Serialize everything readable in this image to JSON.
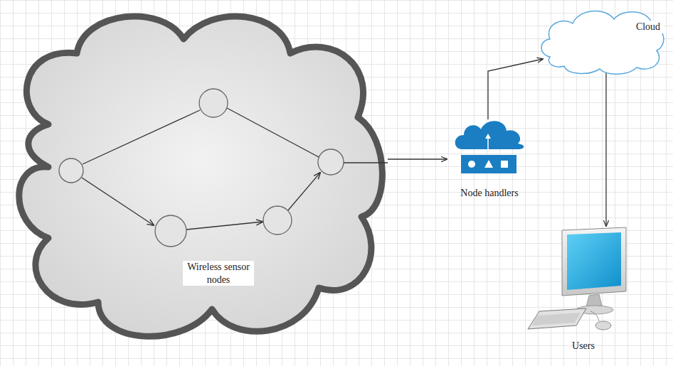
{
  "diagram": {
    "nodes": [
      {
        "text": [
          "Wireless sensor nodes"
        ]
      },
      {
        "text": [
          "Node handlers"
        ]
      },
      {
        "text": [
          "Cloud"
        ]
      },
      {
        "text": [
          "Users"
        ]
      }
    ],
    "edges": [
      {
        "from": 0,
        "to": 1,
        "arrow": "to"
      },
      {
        "from": 1,
        "to": 2,
        "arrow": "to"
      },
      {
        "from": 2,
        "to": 3,
        "arrow": "to"
      }
    ]
  }
}
